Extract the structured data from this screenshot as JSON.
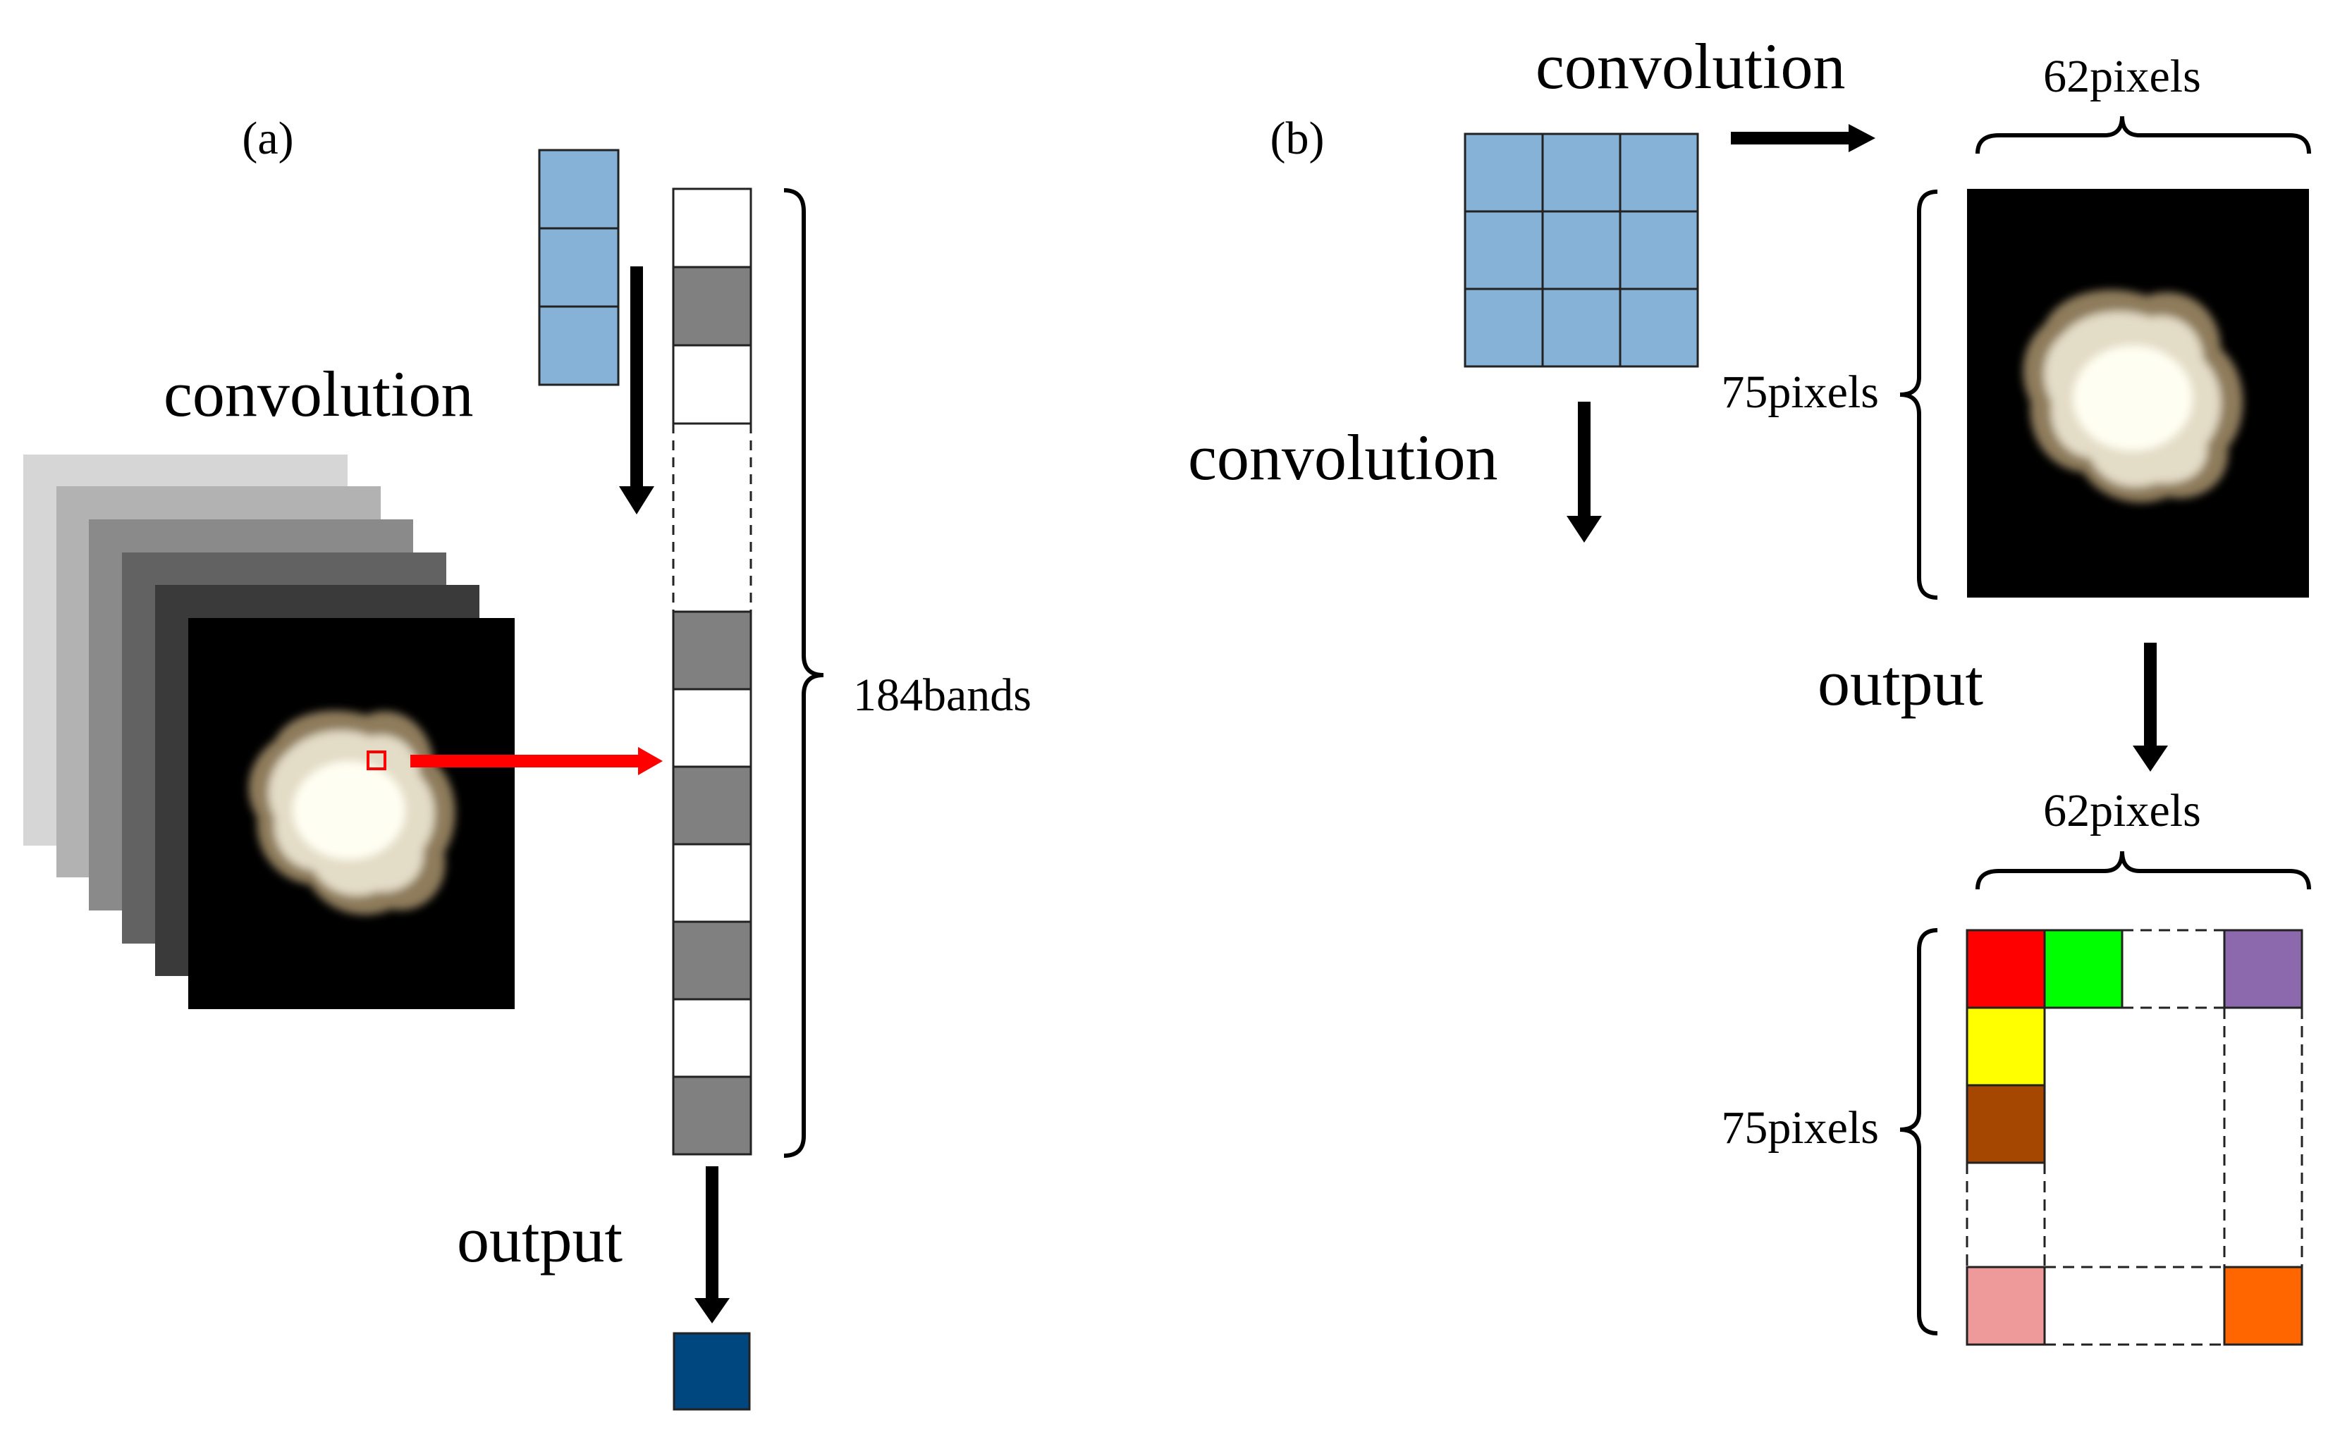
{
  "panel_a": {
    "label": "(a)",
    "convolution_label": "convolution",
    "bands_label": "184bands",
    "output_label": "output"
  },
  "panel_b": {
    "label": "(b)",
    "convolution_top_label": "convolution",
    "convolution_left_label": "convolution",
    "output_label": "output",
    "width_label_top": "62pixels",
    "height_label_top": "75pixels",
    "width_label_bottom": "62pixels",
    "height_label_bottom": "75pixels"
  },
  "colors": {
    "kernel_fill": "#86b2d8",
    "band_gray": "#808080",
    "output_pixel": "#00467f",
    "red_arrow": "#ff0000",
    "pixel_red": "#ff0000",
    "pixel_green": "#00ff00",
    "pixel_purple": "#8c68ac",
    "pixel_yellow": "#ffff00",
    "pixel_brown": "#a54700",
    "pixel_pink": "#ef9a9a",
    "pixel_orange": "#ff6600"
  }
}
